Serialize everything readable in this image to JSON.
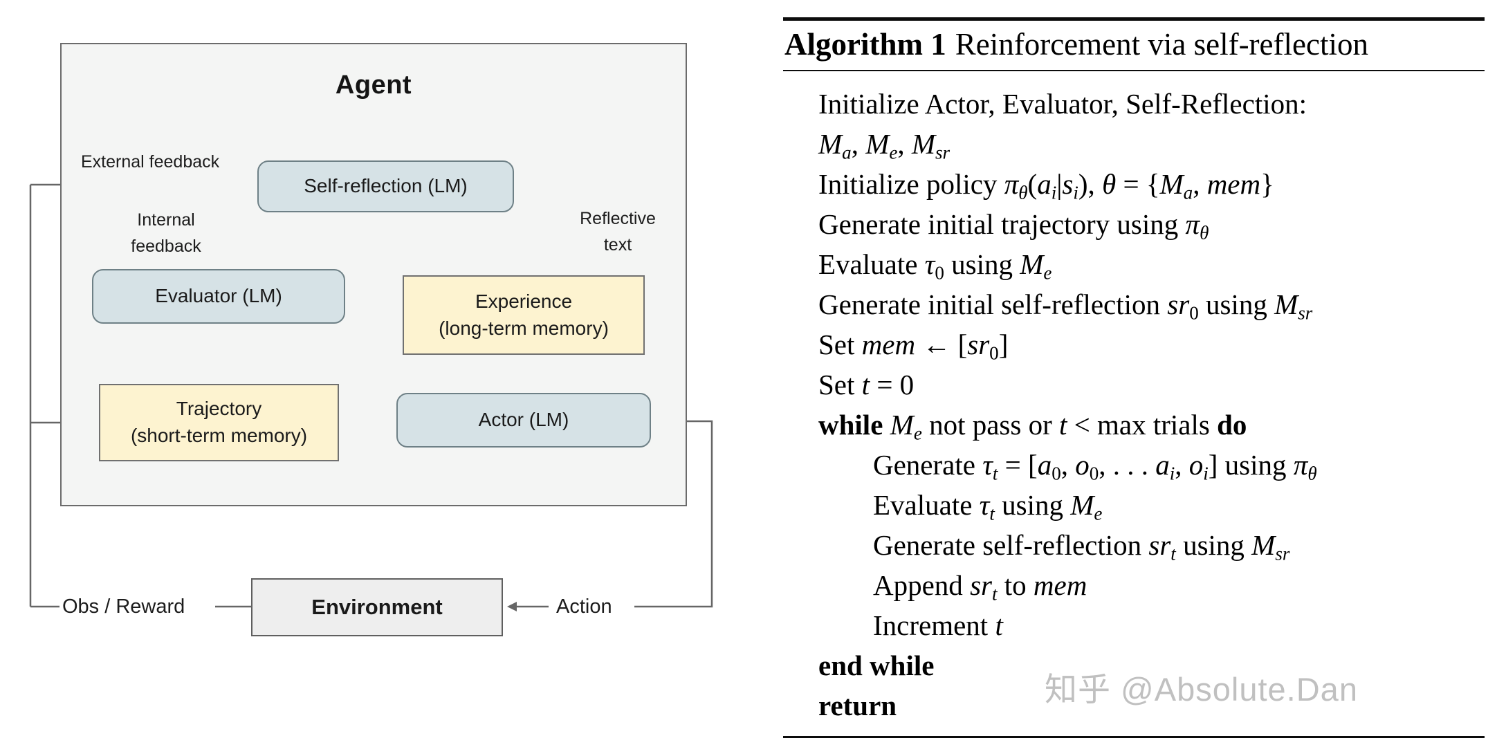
{
  "diagram": {
    "agent": {
      "title": "Agent",
      "fill": "#f4f5f4",
      "border": "#6b6b6b"
    },
    "boxes": {
      "self_reflection": {
        "label": "Self-reflection (LM)",
        "fill": "#d6e2e6",
        "border": "#6e8086"
      },
      "evaluator": {
        "label": "Evaluator (LM)",
        "fill": "#d6e2e6",
        "border": "#6e8086"
      },
      "experience": {
        "label": "Experience",
        "sublabel": "(long-term memory)",
        "fill": "#fdf3d0",
        "border": "#707070"
      },
      "trajectory": {
        "label": "Trajectory",
        "sublabel": "(short-term memory)",
        "fill": "#fdf3d0",
        "border": "#707070"
      },
      "actor": {
        "label": "Actor (LM)",
        "fill": "#d6e2e6",
        "border": "#6e8086"
      },
      "environment": {
        "label": "Environment",
        "fill": "#eeeeee",
        "border": "#5f5f5f"
      }
    },
    "edge_labels": {
      "external_feedback": "External feedback",
      "internal_feedback": [
        "Internal",
        "feedback"
      ],
      "reflective_text": [
        "Reflective",
        "text"
      ],
      "obs_reward": "Obs / Reward",
      "action": "Action"
    },
    "line_color": "#666666"
  },
  "algorithm": {
    "header_bold": "Algorithm 1",
    "header_rest": "Reinforcement via self-reflection",
    "lines": [
      {
        "indent": 1,
        "segments": [
          {
            "t": "Initialize Actor, Evaluator, Self-Reflection:"
          }
        ]
      },
      {
        "indent": 1,
        "segments": [
          {
            "t": "M",
            "s": "i"
          },
          {
            "t": "a",
            "s": "is"
          },
          {
            "t": ", "
          },
          {
            "t": "M",
            "s": "i"
          },
          {
            "t": "e",
            "s": "is"
          },
          {
            "t": ", "
          },
          {
            "t": "M",
            "s": "i"
          },
          {
            "t": "sr",
            "s": "is"
          }
        ]
      },
      {
        "indent": 1,
        "segments": [
          {
            "t": "Initialize policy "
          },
          {
            "t": "π",
            "s": "i"
          },
          {
            "t": "θ",
            "s": "is"
          },
          {
            "t": "("
          },
          {
            "t": "a",
            "s": "i"
          },
          {
            "t": "i",
            "s": "is"
          },
          {
            "t": "|"
          },
          {
            "t": "s",
            "s": "i"
          },
          {
            "t": "i",
            "s": "is"
          },
          {
            "t": "), "
          },
          {
            "t": "θ",
            "s": "i"
          },
          {
            "t": " = {"
          },
          {
            "t": "M",
            "s": "i"
          },
          {
            "t": "a",
            "s": "is"
          },
          {
            "t": ", "
          },
          {
            "t": "mem",
            "s": "i"
          },
          {
            "t": "}"
          }
        ]
      },
      {
        "indent": 1,
        "segments": [
          {
            "t": "Generate initial trajectory using "
          },
          {
            "t": "π",
            "s": "i"
          },
          {
            "t": "θ",
            "s": "is"
          }
        ]
      },
      {
        "indent": 1,
        "segments": [
          {
            "t": "Evaluate "
          },
          {
            "t": "τ",
            "s": "i"
          },
          {
            "t": "0",
            "s": "rs"
          },
          {
            "t": " using "
          },
          {
            "t": "M",
            "s": "i"
          },
          {
            "t": "e",
            "s": "is"
          }
        ]
      },
      {
        "indent": 1,
        "segments": [
          {
            "t": "Generate initial self-reflection "
          },
          {
            "t": "sr",
            "s": "i"
          },
          {
            "t": "0",
            "s": "rs"
          },
          {
            "t": " using "
          },
          {
            "t": "M",
            "s": "i"
          },
          {
            "t": "sr",
            "s": "is"
          }
        ]
      },
      {
        "indent": 1,
        "segments": [
          {
            "t": "Set "
          },
          {
            "t": "mem",
            "s": "i"
          },
          {
            "t": " ← ["
          },
          {
            "t": "sr",
            "s": "i"
          },
          {
            "t": "0",
            "s": "rs"
          },
          {
            "t": "]"
          }
        ]
      },
      {
        "indent": 1,
        "segments": [
          {
            "t": "Set "
          },
          {
            "t": "t",
            "s": "i"
          },
          {
            "t": " = 0"
          }
        ]
      },
      {
        "indent": 1,
        "segments": [
          {
            "t": "while ",
            "s": "b"
          },
          {
            "t": "M",
            "s": "i"
          },
          {
            "t": "e",
            "s": "is"
          },
          {
            "t": " not pass or "
          },
          {
            "t": "t",
            "s": "i"
          },
          {
            "t": " < max trials "
          },
          {
            "t": "do",
            "s": "b"
          }
        ]
      },
      {
        "indent": 2,
        "segments": [
          {
            "t": "Generate "
          },
          {
            "t": "τ",
            "s": "i"
          },
          {
            "t": "t",
            "s": "is"
          },
          {
            "t": " = ["
          },
          {
            "t": "a",
            "s": "i"
          },
          {
            "t": "0",
            "s": "rs"
          },
          {
            "t": ", "
          },
          {
            "t": "o",
            "s": "i"
          },
          {
            "t": "0",
            "s": "rs"
          },
          {
            "t": ", . . . "
          },
          {
            "t": "a",
            "s": "i"
          },
          {
            "t": "i",
            "s": "is"
          },
          {
            "t": ", "
          },
          {
            "t": "o",
            "s": "i"
          },
          {
            "t": "i",
            "s": "is"
          },
          {
            "t": "] using "
          },
          {
            "t": "π",
            "s": "i"
          },
          {
            "t": "θ",
            "s": "is"
          }
        ]
      },
      {
        "indent": 2,
        "segments": [
          {
            "t": "Evaluate "
          },
          {
            "t": "τ",
            "s": "i"
          },
          {
            "t": "t",
            "s": "is"
          },
          {
            "t": " using "
          },
          {
            "t": "M",
            "s": "i"
          },
          {
            "t": "e",
            "s": "is"
          }
        ]
      },
      {
        "indent": 2,
        "segments": [
          {
            "t": "Generate self-reflection "
          },
          {
            "t": "sr",
            "s": "i"
          },
          {
            "t": "t",
            "s": "is"
          },
          {
            "t": " using "
          },
          {
            "t": "M",
            "s": "i"
          },
          {
            "t": "sr",
            "s": "is"
          }
        ]
      },
      {
        "indent": 2,
        "segments": [
          {
            "t": "Append "
          },
          {
            "t": "sr",
            "s": "i"
          },
          {
            "t": "t",
            "s": "is"
          },
          {
            "t": " to "
          },
          {
            "t": "mem",
            "s": "i"
          }
        ]
      },
      {
        "indent": 2,
        "segments": [
          {
            "t": "Increment "
          },
          {
            "t": "t",
            "s": "i"
          }
        ]
      },
      {
        "indent": 1,
        "segments": [
          {
            "t": "end while",
            "s": "b"
          }
        ]
      },
      {
        "indent": 1,
        "segments": [
          {
            "t": "return",
            "s": "b"
          }
        ]
      }
    ]
  },
  "watermark": {
    "text": "知乎 @Absolute.Dan",
    "color": "#c0c0c0"
  }
}
